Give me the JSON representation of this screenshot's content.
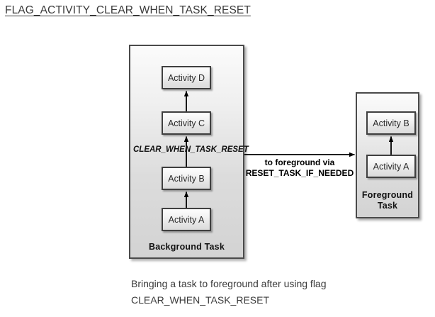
{
  "page": {
    "title": "FLAG_ACTIVITY_CLEAR_WHEN_TASK_RESET"
  },
  "diagram": {
    "background_task": {
      "label": "Background Task",
      "activities": [
        {
          "name": "Activity D"
        },
        {
          "name": "Activity C"
        },
        {
          "name": "Activity B"
        },
        {
          "name": "Activity A"
        }
      ],
      "flag_annotation": "CLEAR_WHEN_TASK_RESET"
    },
    "transition": {
      "line1": "to foreground via",
      "line2": "RESET_TASK_IF_NEEDED"
    },
    "foreground_task": {
      "label_line1": "Foreground",
      "label_line2": "Task",
      "activities": [
        {
          "name": "Activity B"
        },
        {
          "name": "Activity A"
        }
      ]
    }
  },
  "caption": {
    "line1": "Bringing a task to foreground after using flag",
    "line2": "CLEAR_WHEN_TASK_RESET"
  },
  "colors": {
    "page_background": "#ffffff",
    "title_text": "#3a3a3a",
    "box_border": "#4a4a4a",
    "activity_border": "#3f3f3f",
    "box_fill_top": "#fbfbfb",
    "box_fill_bottom": "#d3d3d3",
    "arrow": "#000000",
    "caption_text": "#3a3a3a"
  }
}
